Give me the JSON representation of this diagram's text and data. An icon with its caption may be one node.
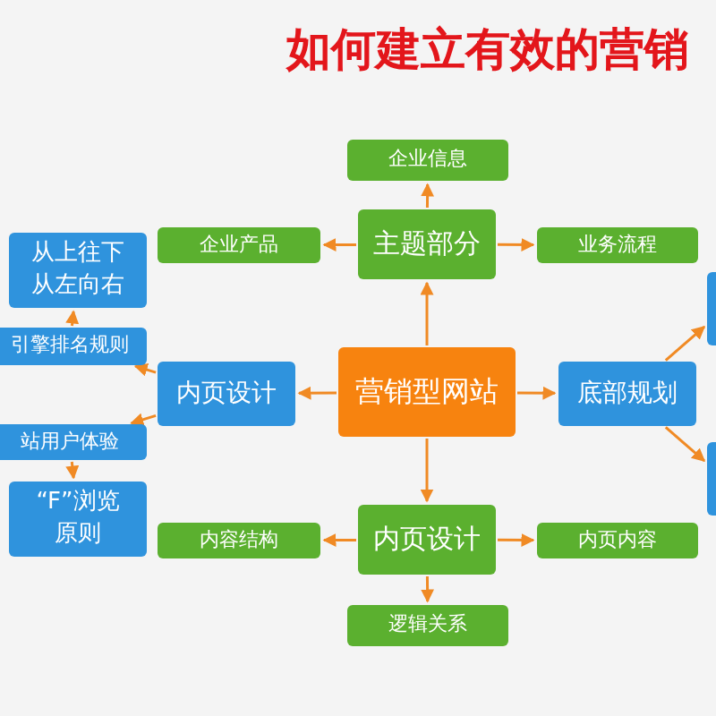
{
  "diagram": {
    "title": "如何建立有效的营销",
    "nodes": [
      {
        "text": [
          "企业信息"
        ]
      },
      {
        "text": [
          "从上往下从左向右"
        ]
      },
      {
        "text": [
          "企业产品"
        ]
      },
      {
        "text": [
          "主题部分"
        ]
      },
      {
        "text": [
          "业务流程"
        ]
      },
      {
        "text": [],
        "shape": "box"
      },
      {
        "text": [
          "引擎排名规则"
        ]
      },
      {
        "text": [
          "内页设计"
        ]
      },
      {
        "text": [
          "营销型网站"
        ]
      },
      {
        "text": [
          "底部规划"
        ]
      },
      {
        "text": [
          "站用户体验"
        ]
      },
      {
        "text": [],
        "shape": "box"
      },
      {
        "text": [
          "“F”浏览原则"
        ]
      },
      {
        "text": [
          "内容结构"
        ]
      },
      {
        "text": [
          "内页设计"
        ]
      },
      {
        "text": [
          "内页内容"
        ]
      },
      {
        "text": [
          "逻辑关系"
        ]
      }
    ],
    "edges": [
      {
        "from": 8,
        "to": 3,
        "arrow": "to"
      },
      {
        "from": 8,
        "to": 7,
        "arrow": "to"
      },
      {
        "from": 8,
        "to": 9,
        "arrow": "to"
      },
      {
        "from": 8,
        "to": 14,
        "arrow": "to"
      },
      {
        "from": 3,
        "to": 0,
        "arrow": "to"
      },
      {
        "from": 3,
        "to": 2,
        "arrow": "to"
      },
      {
        "from": 3,
        "to": 4,
        "arrow": "to"
      },
      {
        "from": 7,
        "to": 6,
        "arrow": "to"
      },
      {
        "from": 7,
        "to": 10,
        "arrow": "to"
      },
      {
        "from": 6,
        "to": 1,
        "arrow": "to"
      },
      {
        "from": 10,
        "to": 12,
        "arrow": "to"
      },
      {
        "from": 9,
        "to": 5,
        "arrow": "to"
      },
      {
        "from": 9,
        "to": 11,
        "arrow": "to"
      },
      {
        "from": 14,
        "to": 13,
        "arrow": "to"
      },
      {
        "from": 14,
        "to": 15,
        "arrow": "to"
      },
      {
        "from": 14,
        "to": 16,
        "arrow": "to"
      }
    ]
  }
}
